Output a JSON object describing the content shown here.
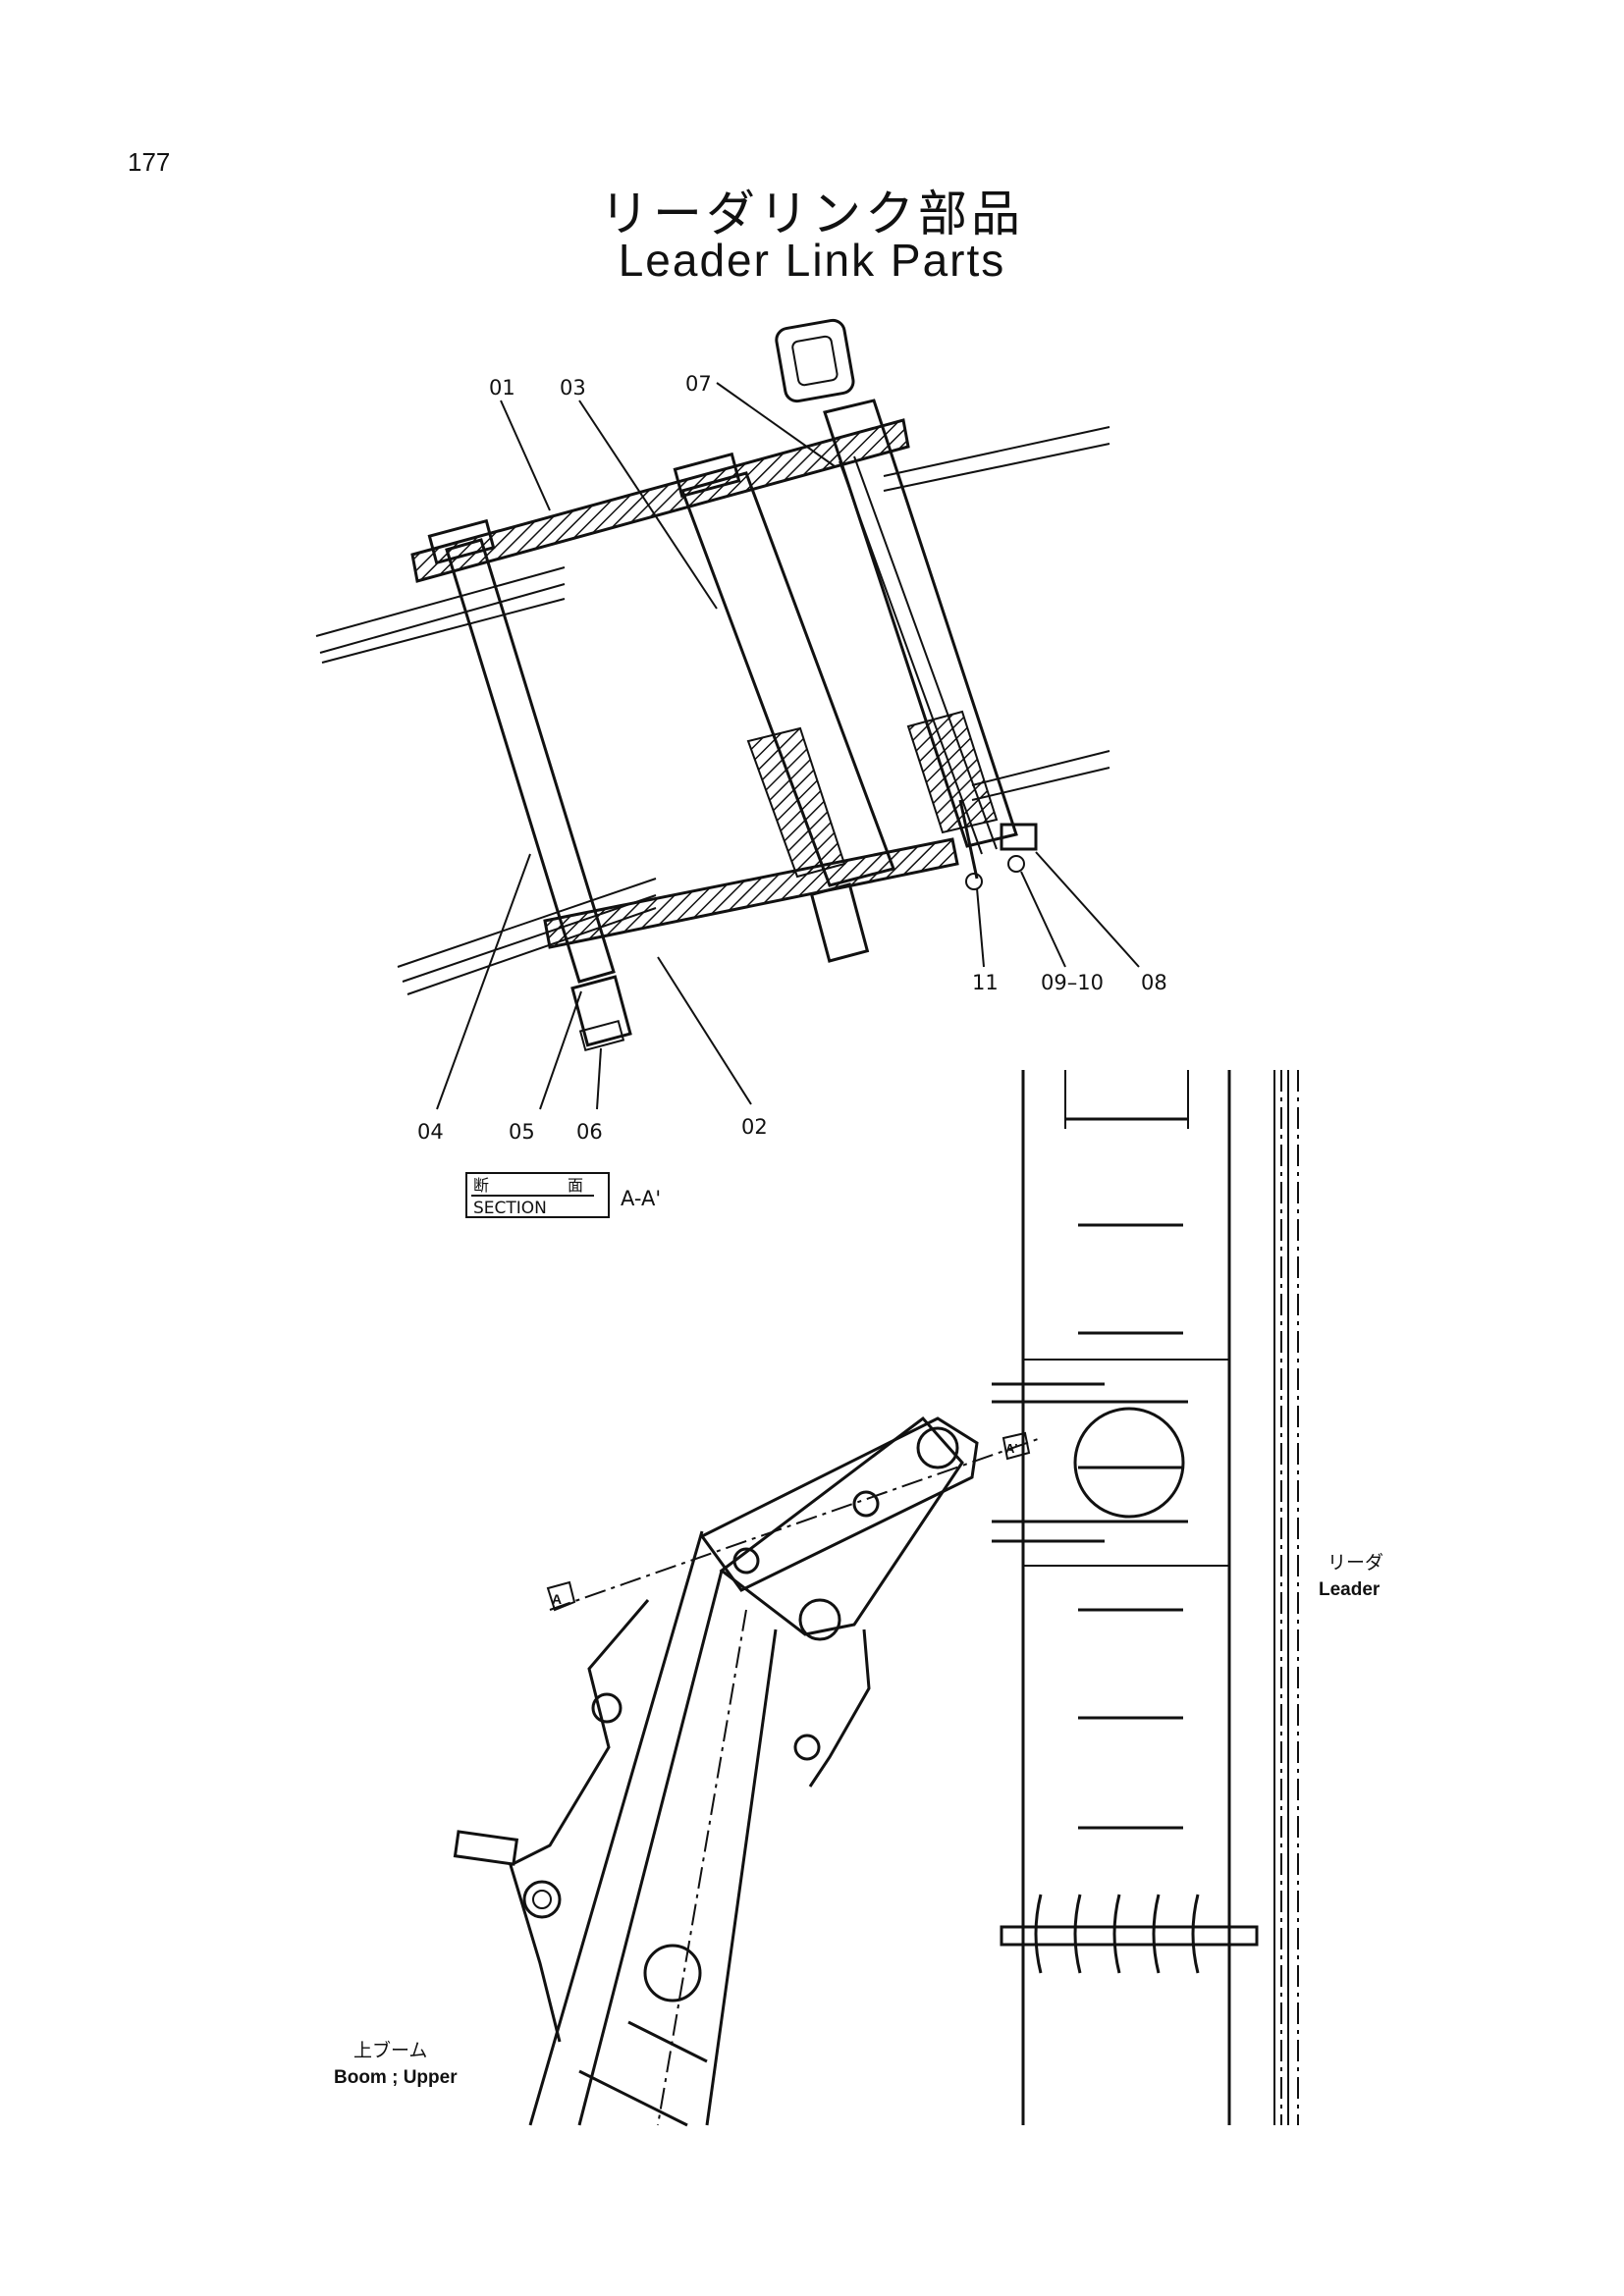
{
  "page": {
    "number": "177"
  },
  "title": {
    "japanese": "リーダリンク部品",
    "english": "Leader Link Parts"
  },
  "section_view": {
    "box_jp_left": "断",
    "box_jp_right": "面",
    "box_en": "SECTION",
    "label": "A-A'",
    "part_callouts": [
      "01",
      "03",
      "07",
      "04",
      "05",
      "06",
      "02",
      "11",
      "09–10",
      "08"
    ]
  },
  "assembly_view": {
    "leader_jp": "リーダ",
    "leader_en": "Leader",
    "boom_jp": "上ブーム",
    "boom_en": "Boom ; Upper",
    "section_marker_a": "A",
    "section_marker_a_prime": "A'"
  }
}
